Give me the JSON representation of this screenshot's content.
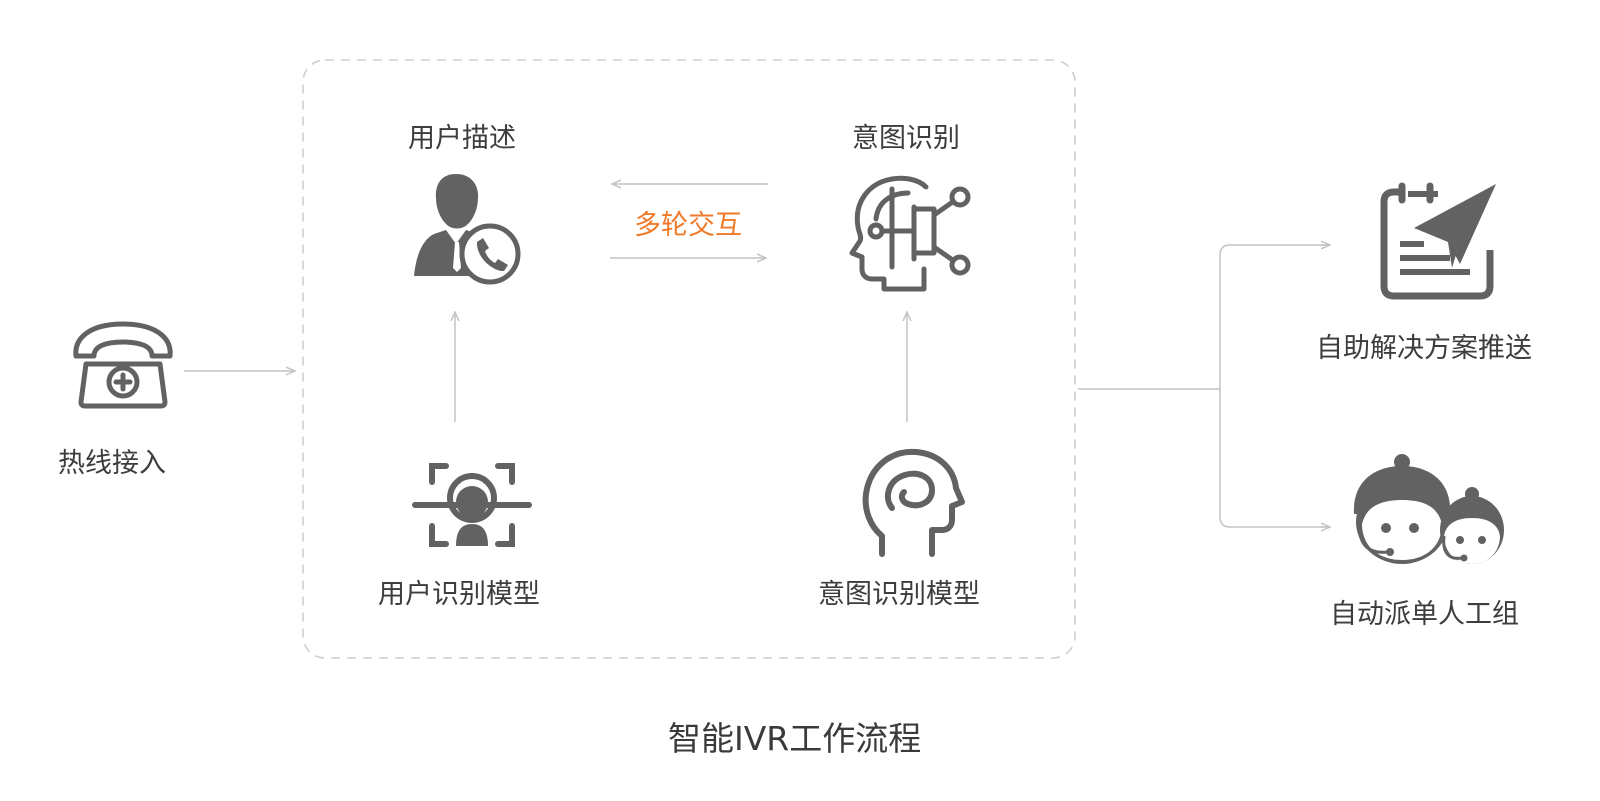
{
  "diagram": {
    "title": "智能IVR工作流程",
    "nodes": {
      "hotline": {
        "label": "热线接入",
        "icon": "telephone-icon"
      },
      "user_describe": {
        "label": "用户描述",
        "icon": "agent-phone-icon"
      },
      "intent_recognition": {
        "label": "意图识别",
        "icon": "ai-head-circuit-icon"
      },
      "user_recognition_model": {
        "label": "用户识别模型",
        "icon": "face-scan-icon"
      },
      "intent_recognition_model": {
        "label": "意图识别模型",
        "icon": "head-brain-icon"
      },
      "self_service": {
        "label": "自助解决方案推送",
        "icon": "document-paper-plane-icon"
      },
      "manual_dispatch": {
        "label": "自动派单人工组",
        "icon": "service-agents-icon"
      }
    },
    "edges": {
      "interaction_label": "多轮交互"
    },
    "colors": {
      "icon": "#626262",
      "line": "#c4c4c4",
      "dashed_border": "#cfcfcf",
      "accent": "#f07a28",
      "text": "#3d3d3d"
    }
  }
}
